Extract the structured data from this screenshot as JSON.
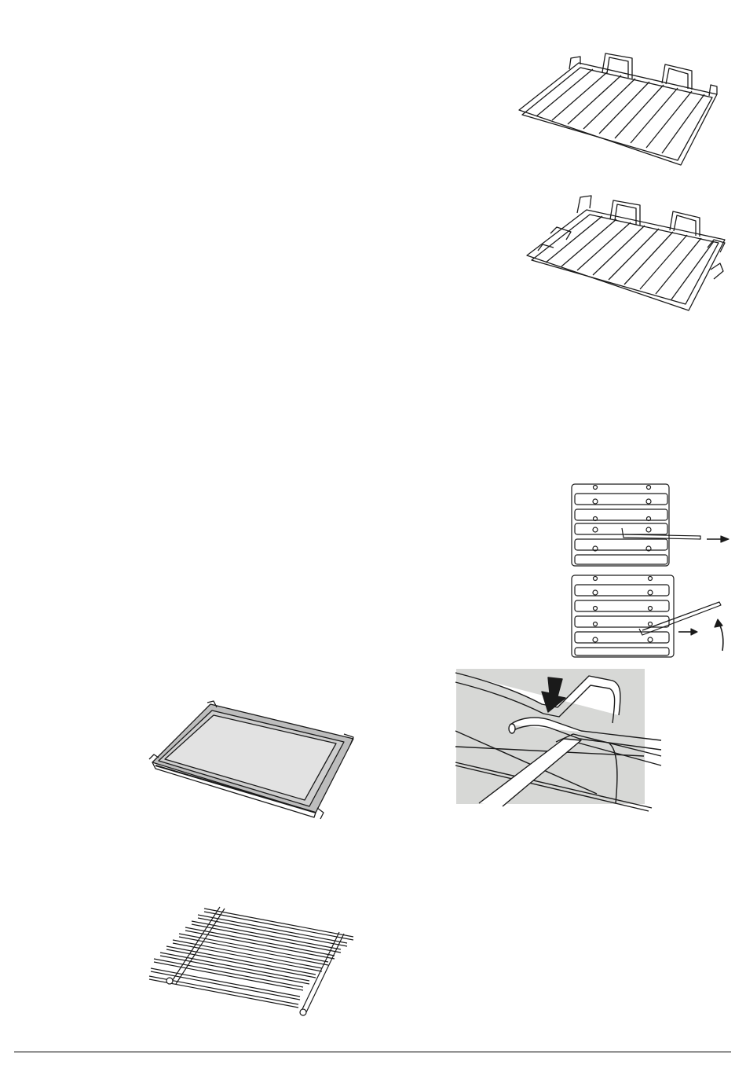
{
  "figures": {
    "shelf_1": {
      "icon": "wire-shelf-illustration"
    },
    "shelf_2": {
      "icon": "wire-shelf-with-guides-illustration"
    },
    "side_rail_removal": {
      "icon": "side-rail-release-arrow-illustration"
    },
    "side_rail_lift": {
      "icon": "side-rail-lift-arrow-illustration"
    },
    "closeup": {
      "icon": "shelf-hook-closeup-illustration",
      "background": "#d7d8d6"
    },
    "baking_tray": {
      "icon": "baking-tray-illustration",
      "tray_fill": "#cfcfcf"
    },
    "grill_rack": {
      "icon": "grill-rack-illustration"
    }
  },
  "colors": {
    "line": "#1a1a1a",
    "page": "#ffffff"
  }
}
